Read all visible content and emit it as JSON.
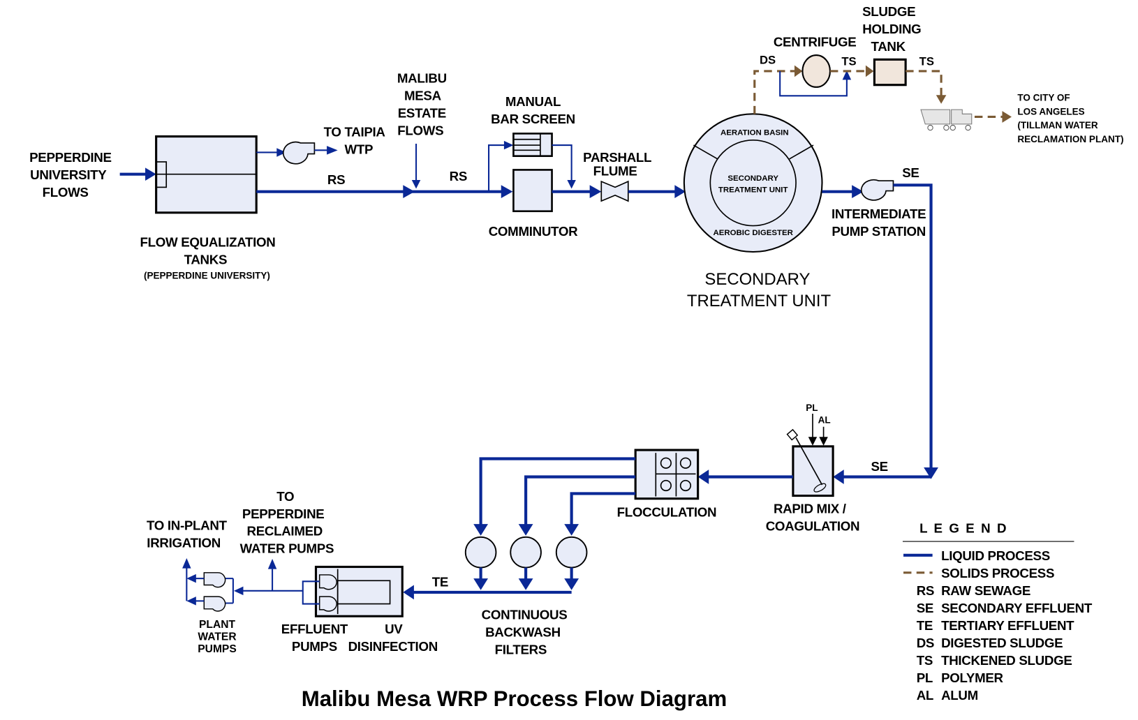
{
  "title": "Malibu Mesa WRP Process Flow Diagram",
  "nodes": {
    "pepperdine_flows": [
      "PEPPERDINE",
      "UNIVERSITY",
      "FLOWS"
    ],
    "flow_eq": [
      "FLOW EQUALIZATION",
      "TANKS"
    ],
    "flow_eq_sub": "(PEPPERDINE UNIVERSITY)",
    "taipia": [
      "TO TAIPIA",
      "WTP"
    ],
    "malibu_mesa": [
      "MALIBU",
      "MESA",
      "ESTATE",
      "FLOWS"
    ],
    "bar_screen": [
      "MANUAL",
      "BAR SCREEN"
    ],
    "comminutor": "COMMINUTOR",
    "parshall": [
      "PARSHALL",
      "FLUME"
    ],
    "aeration_basin": "AERATION BASIN",
    "secondary_inner": [
      "SECONDARY",
      "TREATMENT UNIT"
    ],
    "aerobic_digester": "AEROBIC DIGESTER",
    "secondary_unit": [
      "SECONDARY",
      "TREATMENT UNIT"
    ],
    "centrifuge": "CENTRIFUGE",
    "sludge_tank": [
      "SLUDGE",
      "HOLDING",
      "TANK"
    ],
    "to_la": [
      "TO CITY OF",
      "LOS ANGELES",
      "(TILLMAN WATER",
      "RECLAMATION PLANT)"
    ],
    "intermediate_pump": [
      "INTERMEDIATE",
      "PUMP STATION"
    ],
    "rapid_mix": [
      "RAPID MIX /",
      "COAGULATION"
    ],
    "flocculation": "FLOCCULATION",
    "filters": [
      "CONTINUOUS",
      "BACKWASH",
      "FILTERS"
    ],
    "uv": [
      "UV",
      "DISINFECTION"
    ],
    "effluent_pumps": [
      "EFFLUENT",
      "PUMPS"
    ],
    "reclaimed": [
      "TO",
      "PEPPERDINE",
      "RECLAIMED",
      "WATER PUMPS"
    ],
    "irrigation": [
      "TO IN-PLANT",
      "IRRIGATION"
    ],
    "plant_water": [
      "PLANT",
      "WATER",
      "PUMPS"
    ]
  },
  "stream_labels": {
    "rs1": "RS",
    "rs2": "RS",
    "se1": "SE",
    "se2": "SE",
    "te": "TE",
    "ds": "DS",
    "ts1": "TS",
    "ts2": "TS",
    "pl": "PL",
    "al": "AL"
  },
  "legend": {
    "title": "L E G E N D",
    "lines": [
      {
        "style": "liquid",
        "label": "LIQUID PROCESS"
      },
      {
        "style": "solids",
        "label": "SOLIDS PROCESS"
      }
    ],
    "abbreviations": [
      {
        "code": "RS",
        "label": "RAW SEWAGE"
      },
      {
        "code": "SE",
        "label": "SECONDARY EFFLUENT"
      },
      {
        "code": "TE",
        "label": "TERTIARY EFFLUENT"
      },
      {
        "code": "DS",
        "label": "DIGESTED SLUDGE"
      },
      {
        "code": "TS",
        "label": "THICKENED SLUDGE"
      },
      {
        "code": "PL",
        "label": "POLYMER"
      },
      {
        "code": "AL",
        "label": "ALUM"
      }
    ]
  },
  "colors": {
    "liquid": "#0a2896",
    "solids": "#7a5a34",
    "fill": "#e8ecf8",
    "sludge_fill": "#f1e6dc"
  }
}
